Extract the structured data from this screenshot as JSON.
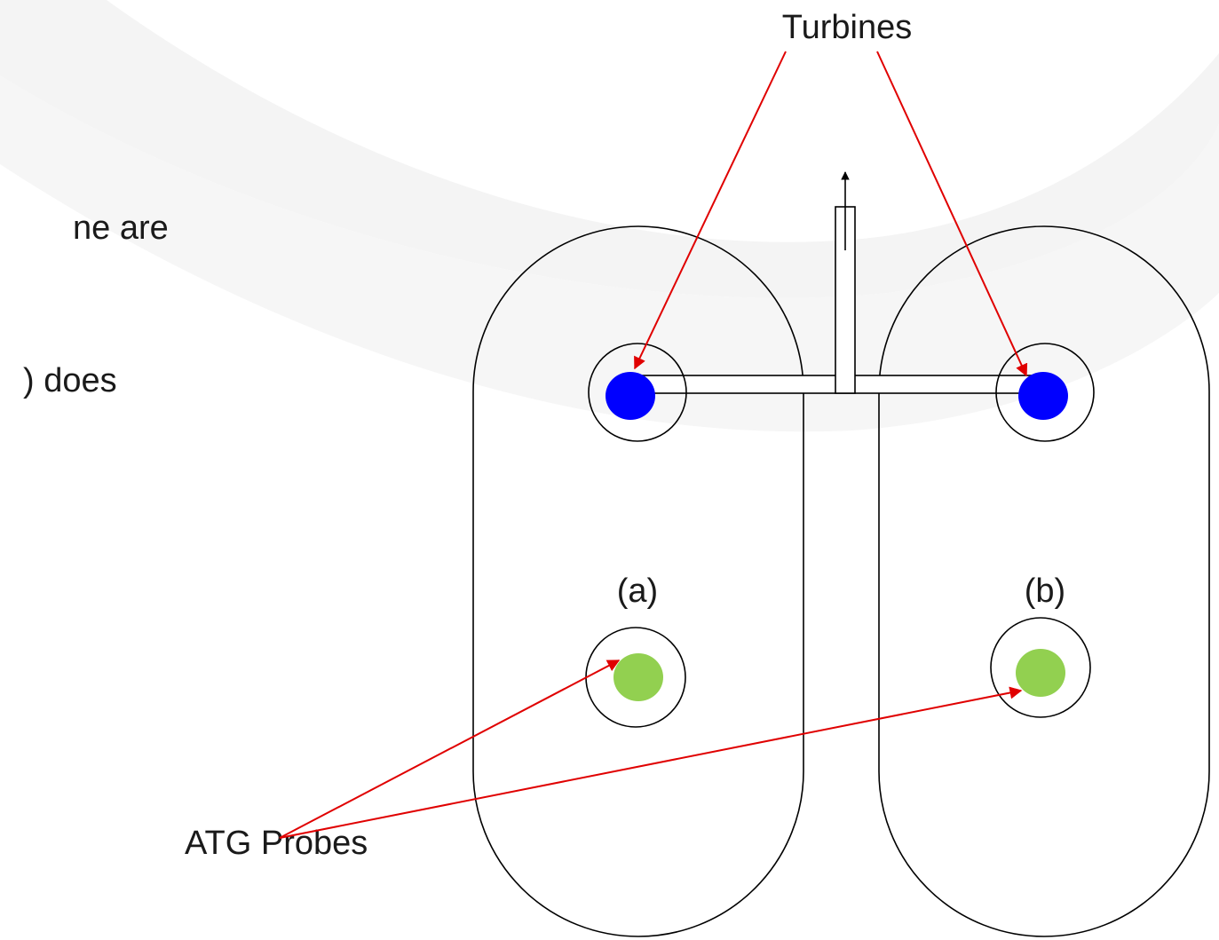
{
  "slide": {
    "text_fragments": [
      "ne are",
      ") does"
    ]
  },
  "diagram": {
    "turbines_label": "Turbines",
    "probes_label": "ATG Probes",
    "tanks": [
      {
        "label": "(a)"
      },
      {
        "label": "(b)"
      }
    ],
    "colors": {
      "turbine": "#0000ff",
      "probe": "#92d050",
      "arrow": "#e00000",
      "outline": "#000000",
      "swoosh": "#f2f2f2"
    }
  }
}
